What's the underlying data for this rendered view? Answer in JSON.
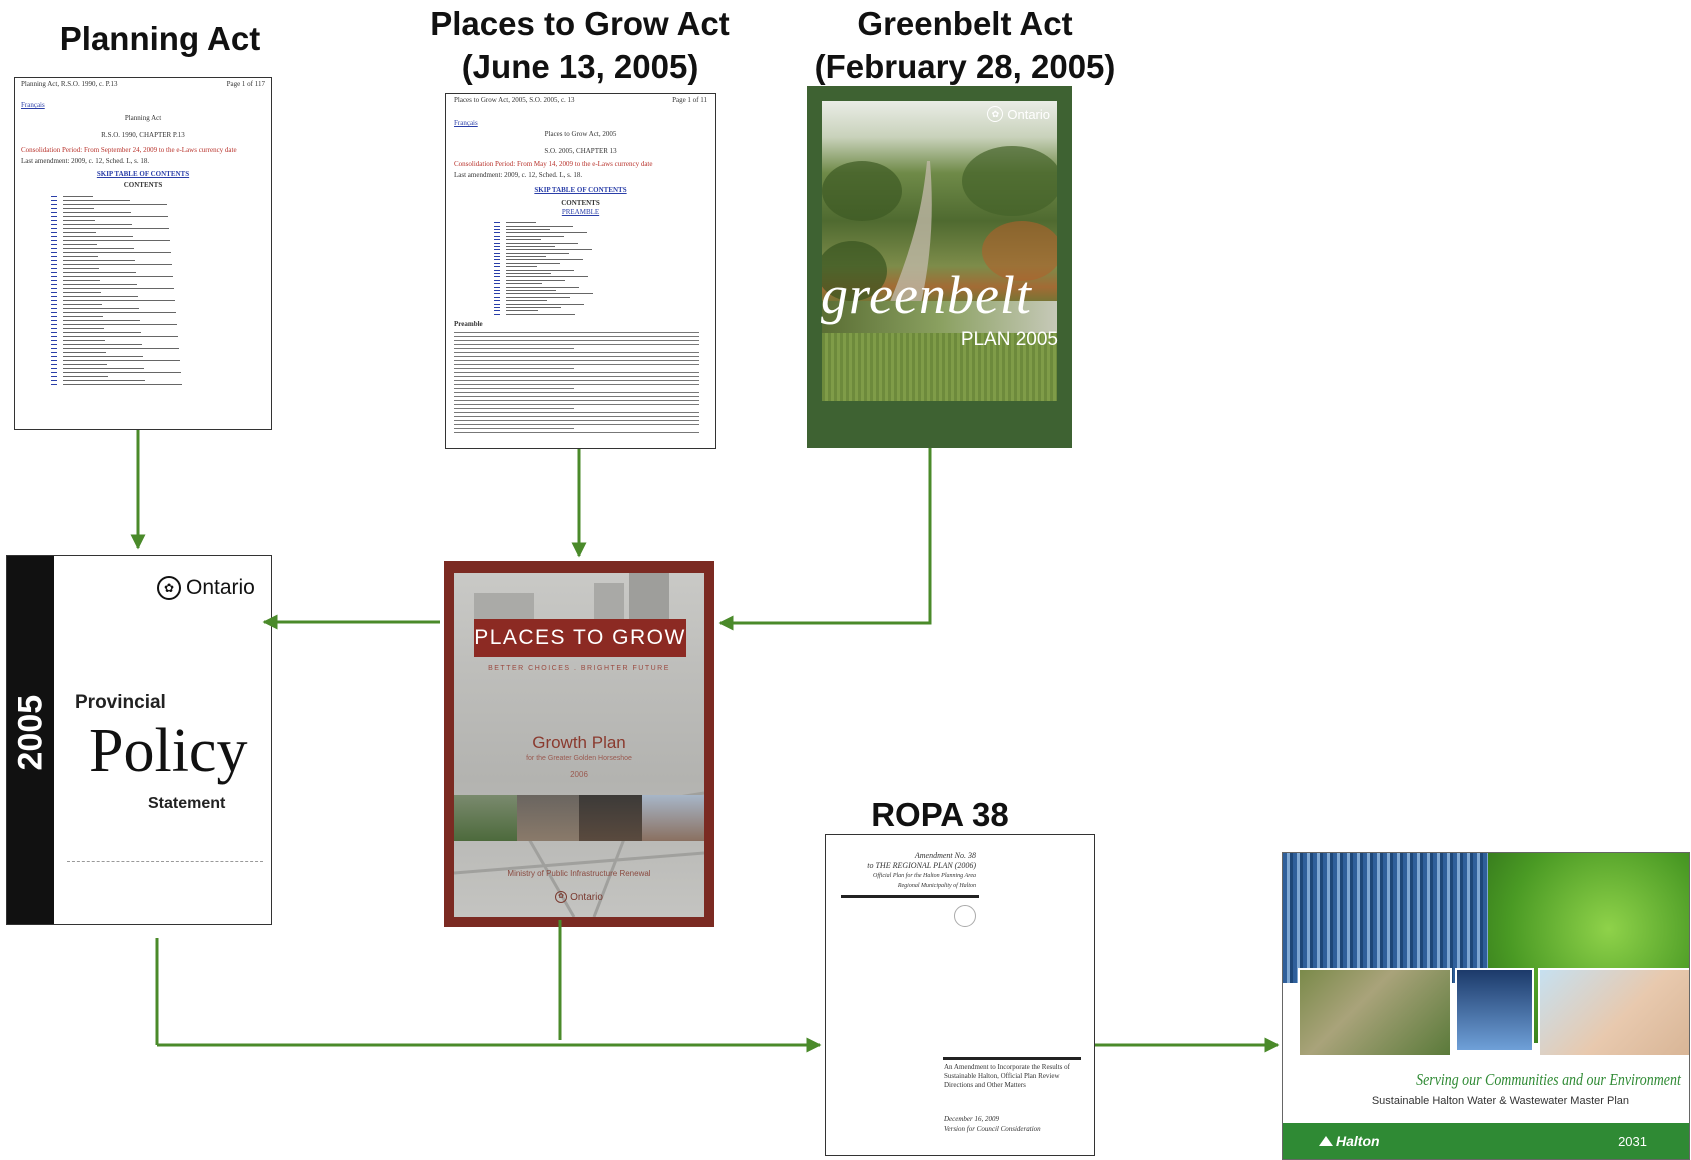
{
  "headings": {
    "planning_act": "Planning Act",
    "places_act_line1": "Places to Grow Act",
    "places_act_line2": "(June 13, 2005)",
    "greenbelt_act_line1": "Greenbelt Act",
    "greenbelt_act_line2": "(February 28, 2005)",
    "ropa": "ROPA 38"
  },
  "planning_act_doc": {
    "header_left": "Planning Act, R.S.O. 1990, c. P.13",
    "header_right": "Page 1 of 117",
    "link": "Français",
    "title": "Planning Act",
    "chapter": "R.S.O. 1990, CHAPTER P.13",
    "consolidation": "Consolidation Period: From September 24, 2009 to the e-Laws currency date",
    "last_amendment": "Last amendment: 2009, c. 12, Sched. L, s. 18.",
    "toc": "SKIP TABLE OF CONTENTS",
    "contents": "CONTENTS"
  },
  "places_act_doc": {
    "header_left": "Places to Grow Act, 2005, S.O. 2005, c. 13",
    "header_right": "Page 1 of 11",
    "link": "Français",
    "title": "Places to Grow Act, 2005",
    "chapter": "S.O. 2005, CHAPTER 13",
    "consolidation": "Consolidation Period: From May 14, 2009 to the e-Laws currency date",
    "last_amendment": "Last amendment: 2009, c. 12, Sched. L, s. 18.",
    "toc": "SKIP TABLE OF CONTENTS",
    "contents": "CONTENTS",
    "preamble_link": "PREAMBLE",
    "preamble_heading": "Preamble"
  },
  "greenbelt_cover": {
    "ontario": "Ontario",
    "title": "greenbelt",
    "subtitle": "PLAN 2005"
  },
  "pps_cover": {
    "year": "2005",
    "ontario": "Ontario",
    "line1": "Provincial",
    "line2": "Policy",
    "line3": "Statement"
  },
  "growth_plan_cover": {
    "banner": "PLACES TO GROW",
    "tagline": "BETTER CHOICES . BRIGHTER FUTURE",
    "title": "Growth Plan",
    "subtitle": "for the Greater Golden Horseshoe",
    "year": "2006",
    "ministry": "Ministry of Public Infrastructure Renewal",
    "ontario": "Ontario"
  },
  "ropa_doc": {
    "line1": "Amendment No. 38",
    "line2": "to THE REGIONAL PLAN (2006)",
    "line3": "Official Plan for the Halton Planning Area",
    "line4": "Regional Municipality of Halton",
    "purpose": "An Amendment to Incorporate the Results of Sustainable Halton, Official Plan Review Directions and Other Matters",
    "date": "December 16, 2009",
    "version": "Version for Council Consideration"
  },
  "halton_cover": {
    "slogan": "Serving our Communities and our Environment",
    "subtitle": "Sustainable Halton Water & Wastewater Master Plan",
    "logo": "Halton",
    "year": "2031"
  },
  "colors": {
    "arrow": "#4a8a2a",
    "greenbelt_frame": "#3e6232",
    "growth_frame": "#7b2a22",
    "halton_green": "#2f8a34"
  }
}
